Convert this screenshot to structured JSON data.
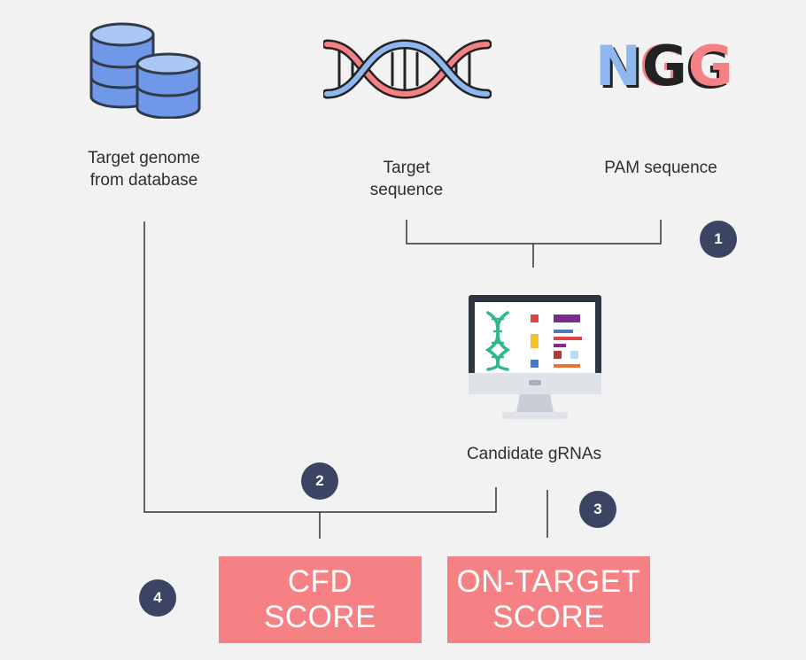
{
  "colors": {
    "background": "#f2f2f2",
    "badge": "#3b4463",
    "score_box": "#f58184",
    "connector": "#333333",
    "dna_blue": "#8fb8f0",
    "dna_red": "#f58184"
  },
  "icons": {
    "database": "database-icon",
    "dna": "dna-helix-icon",
    "pam": "ngg-text-icon",
    "computer": "computer-monitor-icon"
  },
  "pam_icon_text": [
    "N",
    "G",
    "G"
  ],
  "labels": {
    "genome": [
      "Target genome",
      "from database"
    ],
    "target_sequence": [
      "Target",
      "sequence"
    ],
    "pam_sequence": "PAM sequence",
    "candidates": "Candidate gRNAs"
  },
  "steps": {
    "step1": "1",
    "step2": "2",
    "step3": "3",
    "step4": "4"
  },
  "boxes": {
    "cfd": [
      "CFD",
      "SCORE"
    ],
    "on_target": [
      "ON-TARGET",
      "SCORE"
    ]
  }
}
